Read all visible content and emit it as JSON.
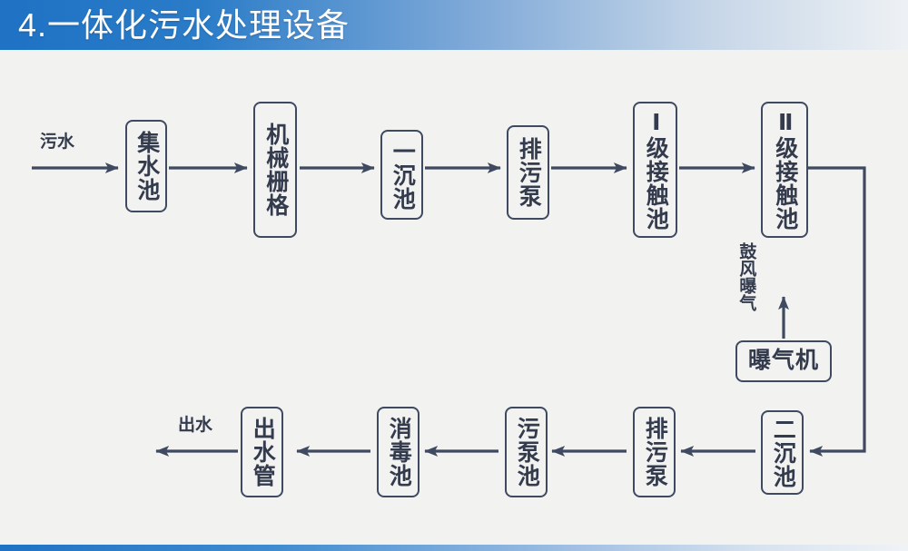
{
  "header": {
    "title": "4.一体化污水处理设备",
    "gradient_from": "#1f72c4",
    "gradient_to": "#eef1f4"
  },
  "footer": {
    "gradient_from": "#1f72c4",
    "gradient_to": "#f0f3f6"
  },
  "theme": {
    "background": "#f2f2f1",
    "stroke": "#3f4a61",
    "text": "#333b4d"
  },
  "diagram": {
    "type": "process-flow",
    "labels": {
      "inlet": "污水",
      "outlet": "出水",
      "aeration": "鼓风曝气"
    },
    "nodes": [
      {
        "id": "n1",
        "label": "集水池",
        "orientation": "vertical",
        "row": "top"
      },
      {
        "id": "n2",
        "label": "机械栅格",
        "orientation": "vertical",
        "row": "top"
      },
      {
        "id": "n3",
        "label": "一沉池",
        "orientation": "vertical",
        "row": "top"
      },
      {
        "id": "n4",
        "label": "排污泵",
        "orientation": "vertical",
        "row": "top"
      },
      {
        "id": "n5",
        "label": "Ⅰ级接触池",
        "orientation": "vertical",
        "row": "top"
      },
      {
        "id": "n6",
        "label": "Ⅱ级接触池",
        "orientation": "vertical",
        "row": "top"
      },
      {
        "id": "n7",
        "label": "曝气机",
        "orientation": "horizontal",
        "row": "middle"
      },
      {
        "id": "n8",
        "label": "二沉池",
        "orientation": "vertical",
        "row": "bottom"
      },
      {
        "id": "n9",
        "label": "排污泵",
        "orientation": "vertical",
        "row": "bottom"
      },
      {
        "id": "n10",
        "label": "污泵池",
        "orientation": "vertical",
        "row": "bottom"
      },
      {
        "id": "n11",
        "label": "消毒池",
        "orientation": "vertical",
        "row": "bottom"
      },
      {
        "id": "n12",
        "label": "出水管",
        "orientation": "vertical",
        "row": "bottom"
      }
    ],
    "flow": [
      "污水",
      "集水池",
      "机械栅格",
      "一沉池",
      "排污泵",
      "Ⅰ级接触池",
      "Ⅱ级接触池",
      "二沉池",
      "排污泵",
      "污泵池",
      "消毒池",
      "出水管",
      "出水"
    ],
    "side_flow": [
      "曝气机",
      "鼓风曝气",
      "Ⅱ级接触池"
    ]
  }
}
